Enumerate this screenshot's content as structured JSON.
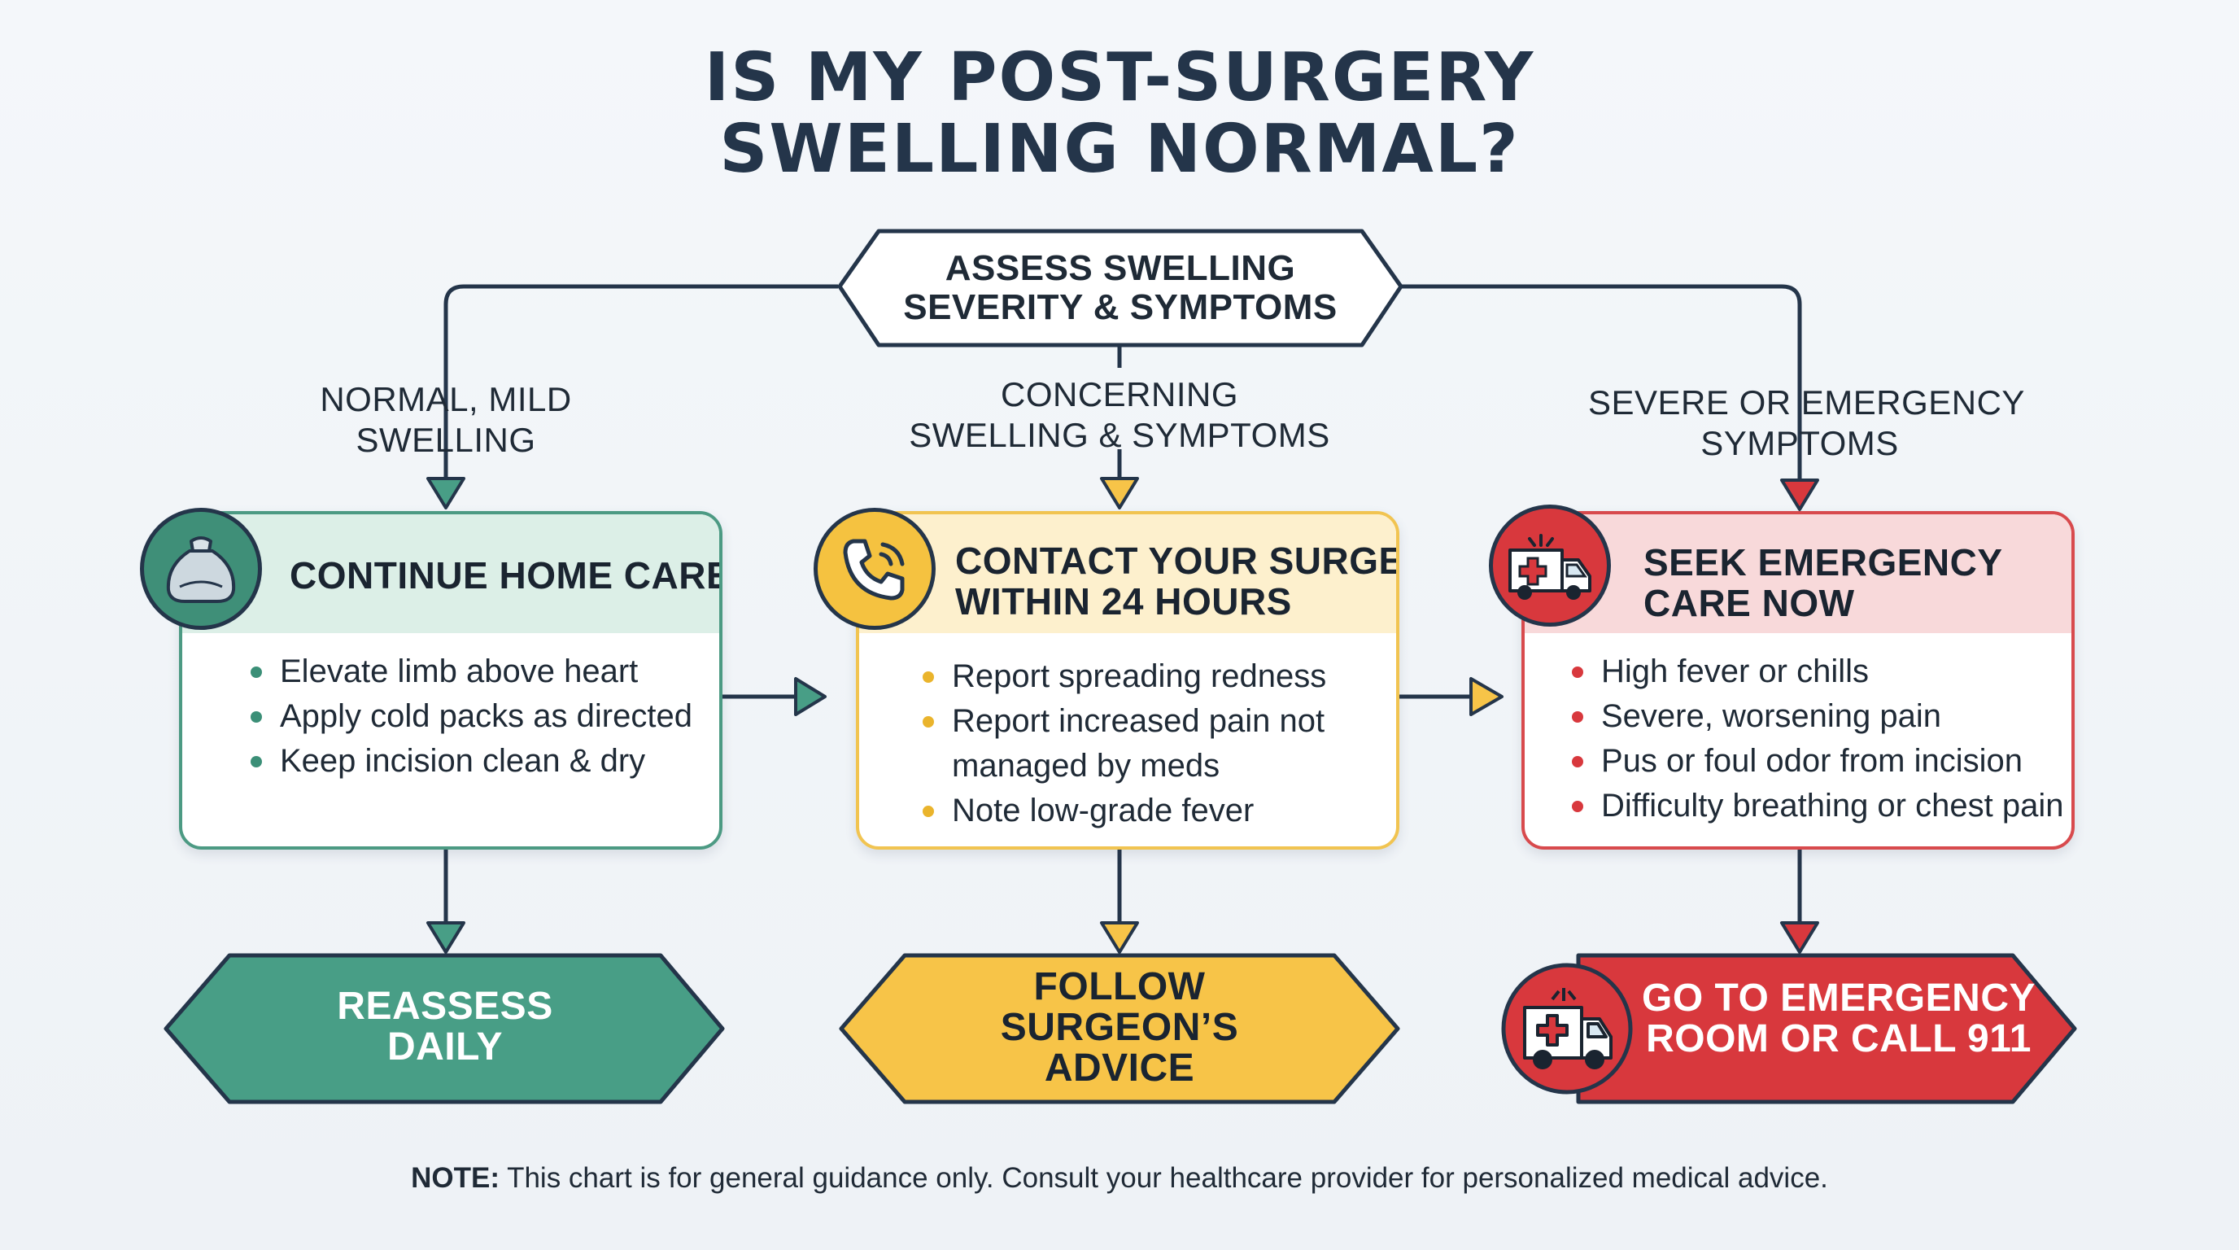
{
  "title": {
    "line1": "IS MY POST-SURGERY",
    "line2": "SWELLING NORMAL?"
  },
  "start": {
    "line1": "ASSESS SWELLING",
    "line2": "SEVERITY & SYMPTOMS"
  },
  "branches": [
    {
      "label": [
        "NORMAL, MILD",
        "SWELLING"
      ],
      "card_title": [
        "CONTINUE HOME CARE"
      ],
      "icon": "cold-pack-icon",
      "items": [
        "Elevate limb above heart",
        "Apply cold packs as directed",
        "Keep incision clean & dry"
      ],
      "outcome": [
        "REASSESS",
        "DAILY"
      ],
      "color": "#489e86"
    },
    {
      "label": [
        "CONCERNING",
        "SWELLING & SYMPTOMS"
      ],
      "card_title": [
        "CONTACT YOUR SURGEON",
        "WITHIN 24 HOURS"
      ],
      "icon": "phone-icon",
      "items": [
        "Report spreading redness",
        "Report increased pain not",
        "managed by meds",
        "Note low-grade fever"
      ],
      "outcome": [
        "FOLLOW",
        "SURGEON’S",
        "ADVICE"
      ],
      "color": "#f7c448"
    },
    {
      "label": [
        "SEVERE OR EMERGENCY",
        "SYMPTOMS"
      ],
      "card_title": [
        "SEEK EMERGENCY",
        "CARE NOW"
      ],
      "icon": "ambulance-icon",
      "items": [
        "High fever or chills",
        "Severe, worsening pain",
        "Pus or foul odor from incision",
        "Difficulty breathing or chest pain"
      ],
      "outcome": [
        "GO TO EMERGENCY",
        "ROOM OR CALL 911"
      ],
      "color": "#d8383d"
    }
  ],
  "note": {
    "bold": "NOTE:",
    "text": " This chart is for general guidance only. Consult your healthcare provider for personalized medical advice."
  },
  "colors": {
    "navy": "#24354a",
    "green": "#489e86",
    "yellow": "#f7c448",
    "red": "#d8383d"
  }
}
